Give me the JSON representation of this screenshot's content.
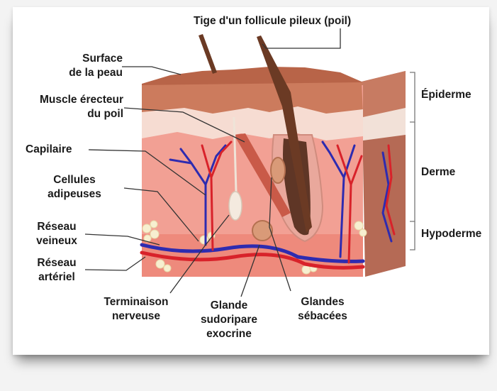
{
  "labels": {
    "hair_shaft": "Tige d'un follicule pileux (poil)",
    "skin_surface": [
      "Surface",
      "de la peau"
    ],
    "arrector_muscle": [
      "Muscle érecteur",
      "du poil"
    ],
    "capillary": "Capilaire",
    "fat_cells": [
      "Cellules",
      "adipeuses"
    ],
    "venous_network": [
      "Réseau",
      "veineux"
    ],
    "arterial_network": [
      "Réseau",
      "artériel"
    ],
    "nerve_ending": [
      "Terminaison",
      "nerveuse"
    ],
    "sweat_gland": [
      "Glande",
      "sudoripare",
      "exocrine"
    ],
    "sebaceous_glands": [
      "Glandes",
      "sébacées"
    ],
    "epidermis": "Épiderme",
    "dermis": "Derme",
    "hypodermis": "Hypoderme"
  },
  "colors": {
    "epidermis": "#c9795a",
    "dermis": "#f3a69a",
    "hypodermis": "#ef8f80",
    "hair": "#6b3a24",
    "vein": "#2e2bb0",
    "artery": "#d8222a",
    "fat": "#f6eecc"
  }
}
